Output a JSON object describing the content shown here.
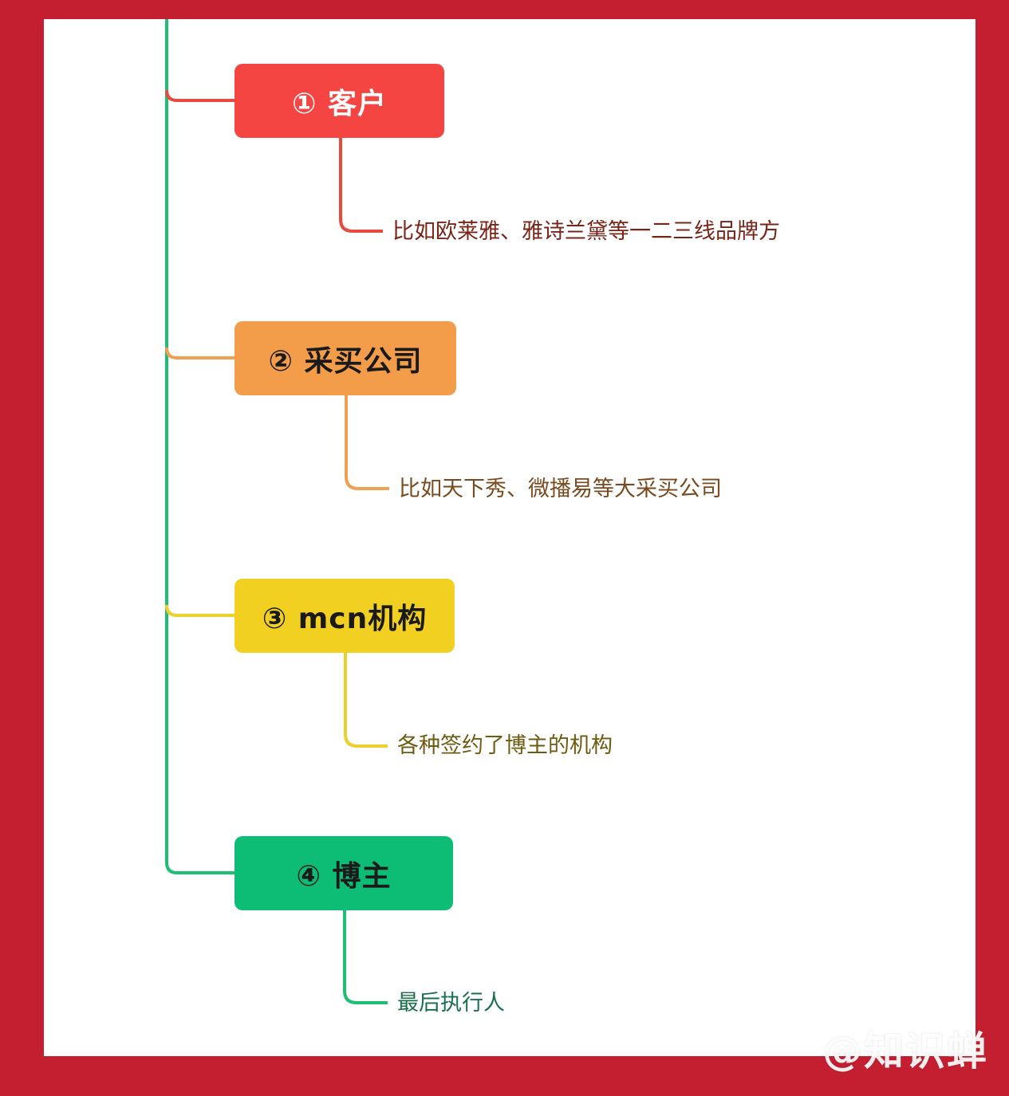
{
  "nodes": [
    {
      "label": "① 客户",
      "description": "比如欧莱雅、雅诗兰黛等一二三线品牌方",
      "color": "#f44542"
    },
    {
      "label": "② 采买公司",
      "description": "比如天下秀、微播易等大采买公司",
      "color": "#f39c4a"
    },
    {
      "label": "③ mcn机构",
      "description": "各种签约了博主的机构",
      "color": "#f2d021"
    },
    {
      "label": "④ 博主",
      "description": "最后执行人",
      "color": "#0dbd75"
    }
  ],
  "watermark": "@知识蝉",
  "colors": {
    "frame": "#c41e31",
    "trunk": "#1fbf73"
  }
}
